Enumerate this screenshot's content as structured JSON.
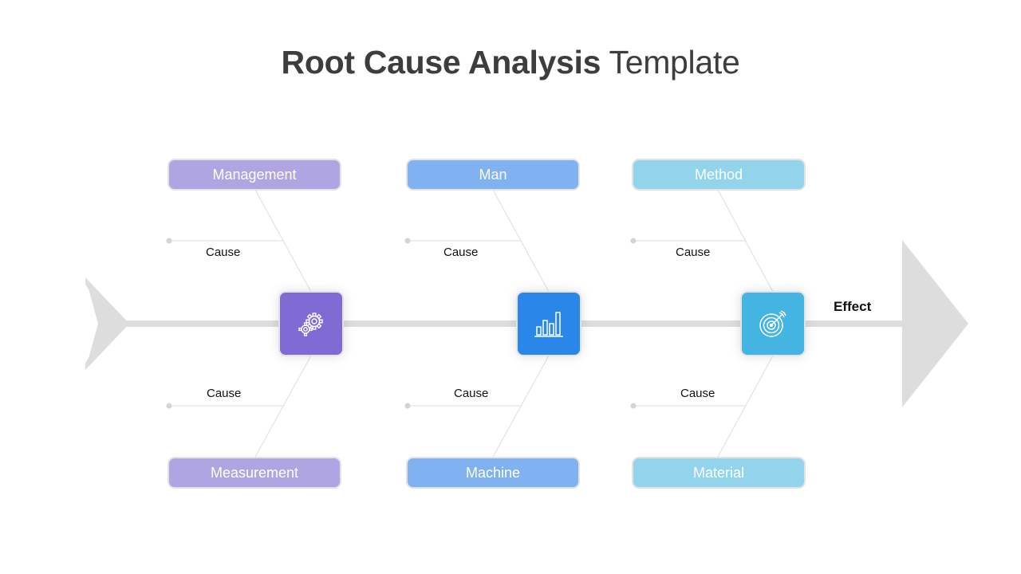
{
  "title": {
    "bold": "Root Cause Analysis",
    "light": "Template"
  },
  "effect": "Effect",
  "categories": [
    {
      "label": "Management",
      "color": "#b0a5e3"
    },
    {
      "label": "Man",
      "color": "#80b2f2"
    },
    {
      "label": "Method",
      "color": "#92d4ec"
    },
    {
      "label": "Measurement",
      "color": "#b0a5e3"
    },
    {
      "label": "Machine",
      "color": "#80b2f2"
    },
    {
      "label": "Material",
      "color": "#92d4ec"
    }
  ],
  "causes": [
    "Cause",
    "Cause",
    "Cause",
    "Cause",
    "Cause",
    "Cause"
  ],
  "icons": [
    {
      "name": "gear-icon",
      "color": "#7f6bd3"
    },
    {
      "name": "bar-chart-icon",
      "color": "#2b86ea"
    },
    {
      "name": "target-icon",
      "color": "#44b4e2"
    }
  ],
  "spine_color": "#dddddd"
}
